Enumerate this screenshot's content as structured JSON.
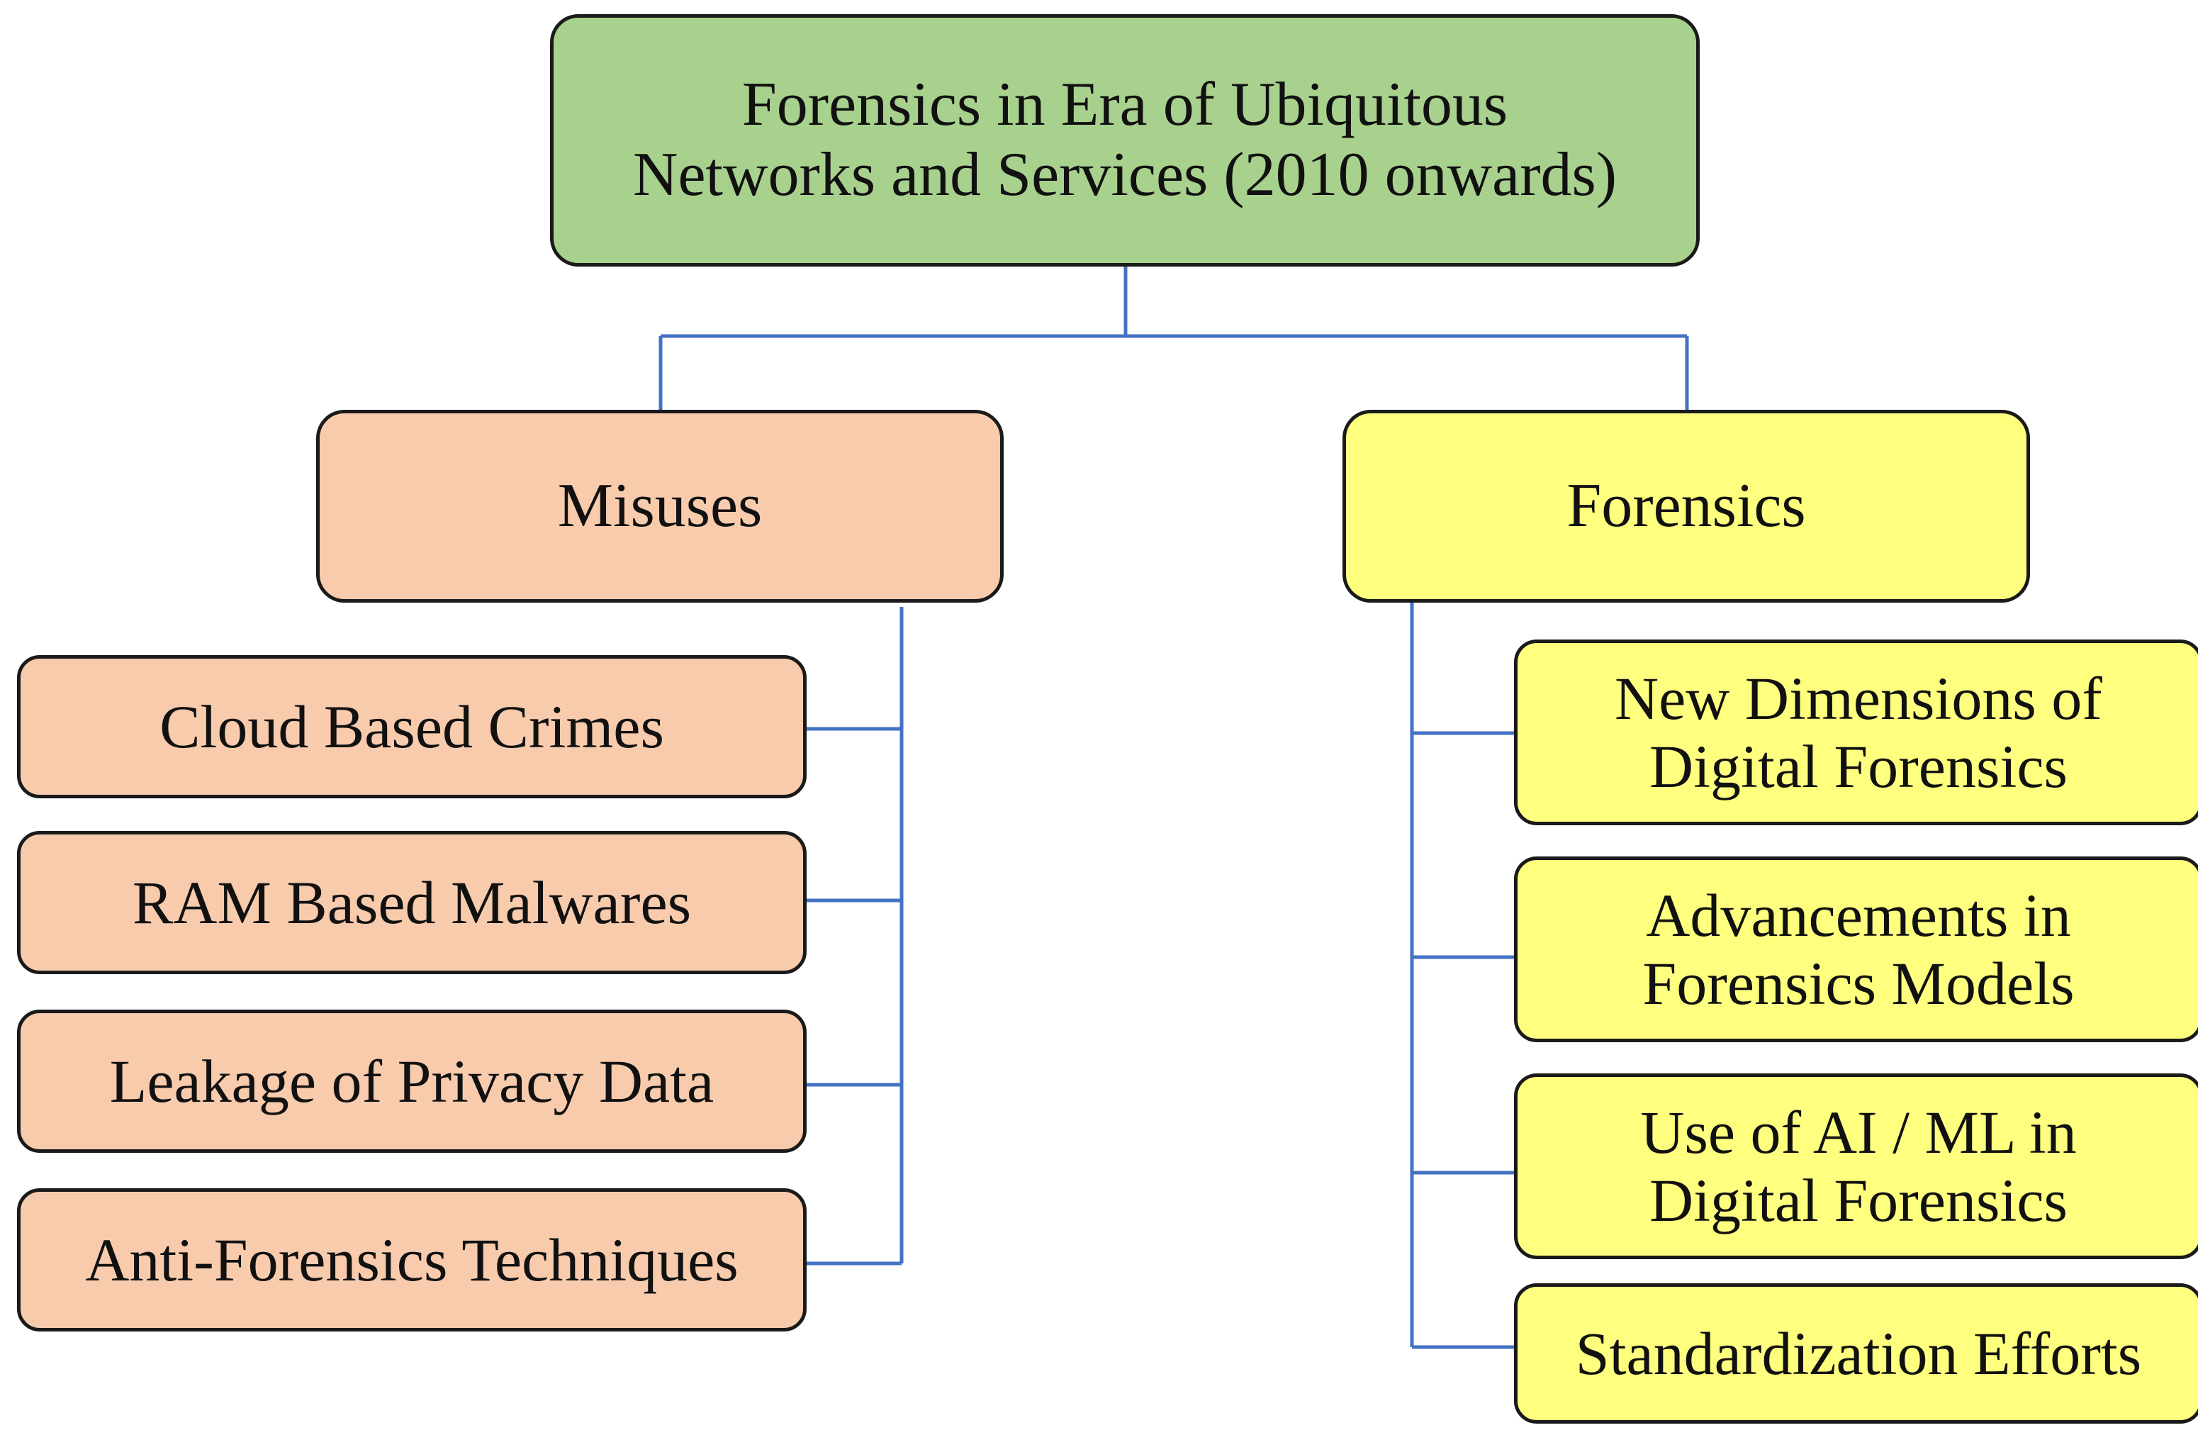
{
  "diagram": {
    "root": {
      "lines": [
        "Forensics in Era of Ubiquitous",
        "Networks and Services (2010 onwards)"
      ]
    },
    "misuses": {
      "label": "Misuses",
      "items": [
        "Cloud Based Crimes",
        "RAM Based Malwares",
        "Leakage of Privacy Data",
        "Anti-Forensics Techniques"
      ]
    },
    "forensics": {
      "label": "Forensics",
      "items": [
        [
          "New Dimensions of",
          "Digital Forensics"
        ],
        [
          "Advancements in",
          "Forensics Models"
        ],
        [
          "Use of AI / ML in",
          "Digital Forensics"
        ],
        [
          "Standardization Efforts"
        ]
      ]
    },
    "colors": {
      "root_fill": "#a9d18e",
      "misuses_fill": "#f8cbad",
      "forensics_fill": "#ffff7f",
      "border": "#1a1a1a",
      "connector": "#4472c4"
    }
  }
}
